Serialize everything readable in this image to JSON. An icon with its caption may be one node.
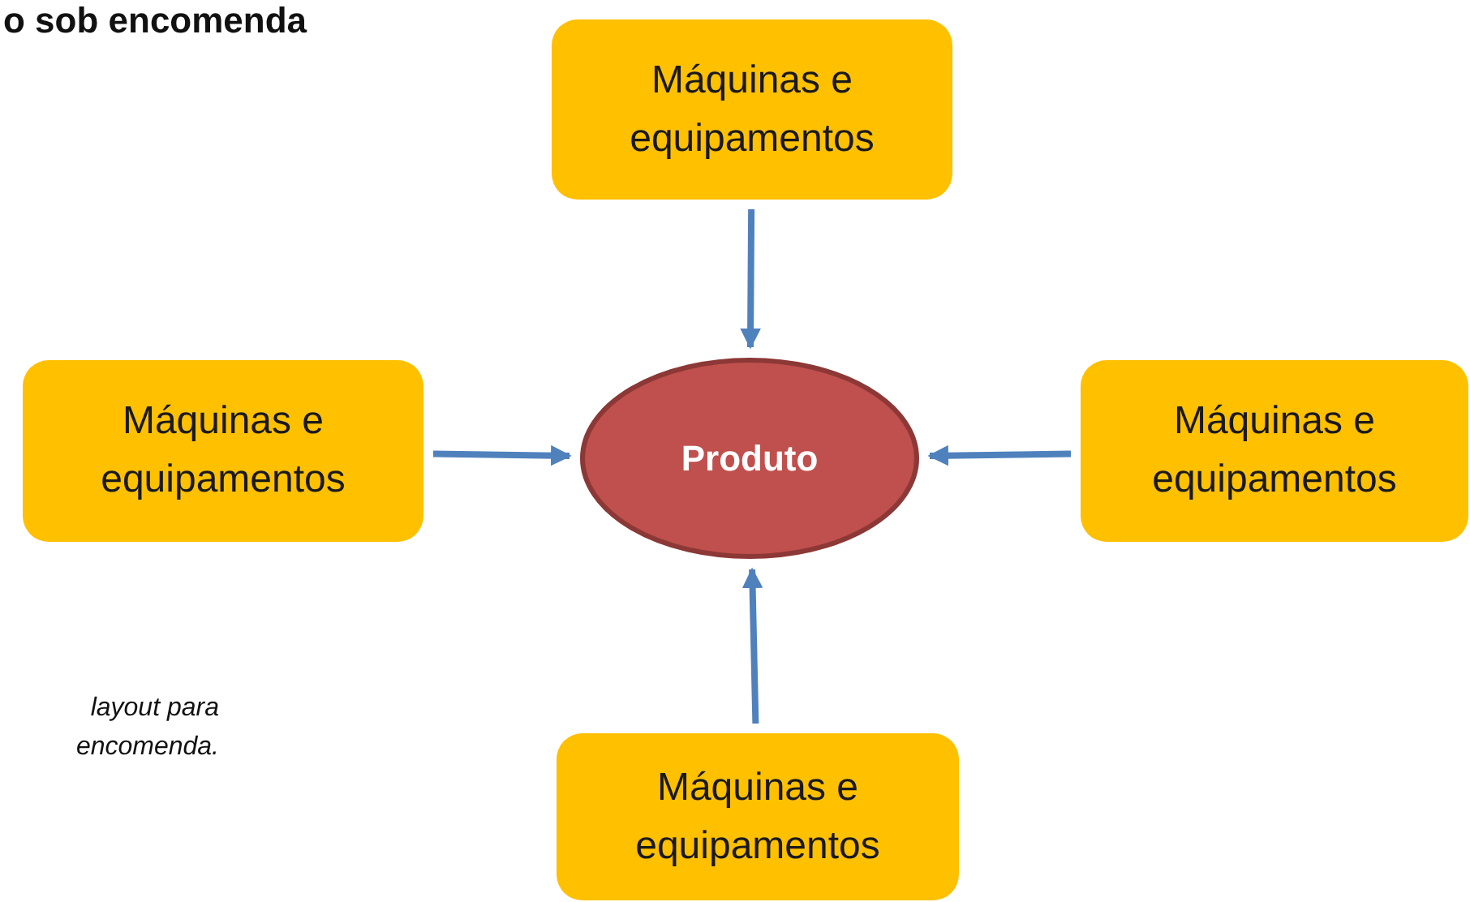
{
  "diagram": {
    "nodes": [
      {
        "text": [
          "Máquinas e equipamentos"
        ]
      },
      {
        "text": [
          "Máquinas e equipamentos"
        ]
      },
      {
        "text": [
          "Produto"
        ]
      },
      {
        "text": [
          "Máquinas e equipamentos"
        ]
      },
      {
        "text": [
          "Máquinas e equipamentos"
        ]
      }
    ],
    "edges": [
      {
        "from": 0,
        "to": 2,
        "arrow": "to"
      },
      {
        "from": 1,
        "to": 2,
        "arrow": "to"
      },
      {
        "from": 3,
        "to": 2,
        "arrow": "to"
      },
      {
        "from": 4,
        "to": 2,
        "arrow": "to"
      }
    ],
    "labels": [
      "o sob encomenda",
      "layout para encomenda."
    ]
  }
}
